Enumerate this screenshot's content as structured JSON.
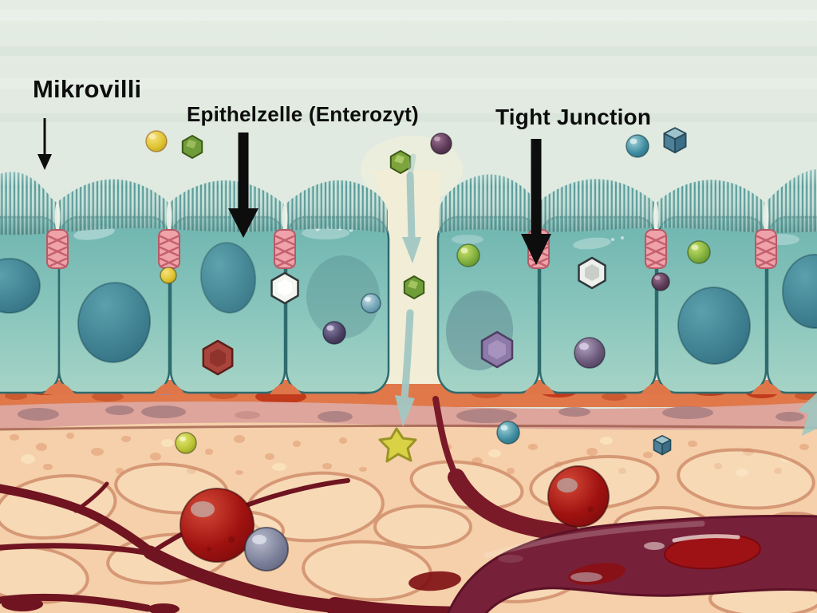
{
  "app": {
    "type": "medical-illustration",
    "subject": "Intestinal epithelium (Darmschleimhaut) diagram"
  },
  "labels": {
    "mikrovilli": "Mikrovilli",
    "epithelzelle": "Epithelzelle (Enterozyt)",
    "tight_junction": "Tight Junction"
  },
  "structures": [
    "Mikrovilli brush border",
    "Epithelzellen (Enterozyten) with nuclei",
    "Tight Junctions between cells",
    "Paracellular gap with downward transport arrow",
    "Basement membrane (orange and pink layers)",
    "Connective tissue with polygonal matrix",
    "Branching blood vessels with erythrocytes"
  ],
  "particles": [
    {
      "shape": "sphere",
      "color": "yellow",
      "zone": "lumen"
    },
    {
      "shape": "hexagon",
      "color": "green",
      "zone": "lumen"
    },
    {
      "shape": "hexagon",
      "color": "green",
      "zone": "lumen"
    },
    {
      "shape": "sphere",
      "color": "plum",
      "zone": "lumen"
    },
    {
      "shape": "sphere",
      "color": "teal",
      "zone": "lumen"
    },
    {
      "shape": "cube",
      "color": "teal",
      "zone": "lumen"
    },
    {
      "shape": "sphere",
      "color": "yellow",
      "zone": "cells"
    },
    {
      "shape": "hexagon",
      "color": "white",
      "zone": "cells"
    },
    {
      "shape": "sphere",
      "color": "steel-blue",
      "zone": "cells"
    },
    {
      "shape": "sphere",
      "color": "indigo",
      "zone": "cells"
    },
    {
      "shape": "hexagon",
      "color": "dark-red",
      "zone": "cells"
    },
    {
      "shape": "hexagon",
      "color": "green",
      "zone": "paracellular-gap"
    },
    {
      "shape": "sphere",
      "color": "green",
      "zone": "cells"
    },
    {
      "shape": "hexagon",
      "color": "silver",
      "zone": "cells"
    },
    {
      "shape": "sphere",
      "color": "plum",
      "zone": "cells"
    },
    {
      "shape": "sphere",
      "color": "green",
      "zone": "cells"
    },
    {
      "shape": "hexagon",
      "color": "purple",
      "zone": "cells"
    },
    {
      "shape": "sphere",
      "color": "purple",
      "zone": "cells"
    },
    {
      "shape": "sphere",
      "color": "yellow-green",
      "zone": "tissue"
    },
    {
      "shape": "star",
      "color": "yellow",
      "zone": "tissue"
    },
    {
      "shape": "sphere",
      "color": "teal",
      "zone": "tissue"
    },
    {
      "shape": "cube",
      "color": "teal",
      "zone": "tissue"
    },
    {
      "shape": "sphere",
      "color": "red",
      "zone": "vessel"
    },
    {
      "shape": "sphere",
      "color": "gray-blue",
      "zone": "vessel"
    },
    {
      "shape": "sphere",
      "color": "red",
      "zone": "vessel"
    }
  ],
  "palette": {
    "lumen": "#e0eae1",
    "cell_fill": "#85c2ba",
    "cell_outline": "#2e6b6e",
    "nucleus": "#2f6f82",
    "microvilli": "#579996",
    "tight_junction": "#efa2aa",
    "orange_band": "#e0784a",
    "pink_band": "#dda59b",
    "tissue": "#f5d0aa",
    "tissue_web": "#cf8a68",
    "vessel": "#77203a",
    "vessel_branch": "#7a1a28",
    "erythrocyte": "#9e1215",
    "transport_arrow": "#a2c8c2",
    "label_text": "#0d0d0d"
  }
}
